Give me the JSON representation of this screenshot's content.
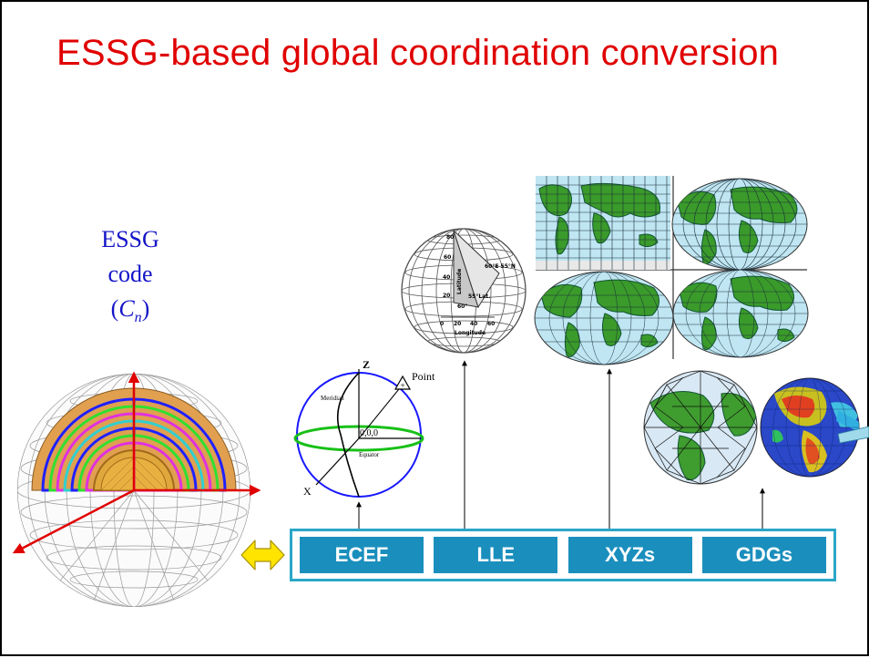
{
  "slide": {
    "title": "ESSG-based global coordination conversion"
  },
  "essg": {
    "line1": "ESSG",
    "line2": "code",
    "var": "C",
    "sub": "n",
    "open": "(",
    "close": ")"
  },
  "ecef_sketch": {
    "z_axis": "Z",
    "x_axis": "X",
    "point": "Point",
    "origin": "0,0,0",
    "meridian": "Meridian",
    "equator": "Equator"
  },
  "lle_globe": {
    "lat_ticks": [
      "80",
      "60",
      "40",
      "20"
    ],
    "lon_ticks": [
      "0",
      "20",
      "40",
      "60"
    ],
    "latitude": "Latitude",
    "longitude": "Longitude",
    "point_label": "60°E 55°N",
    "lat_label": "55°Lat.",
    "angle_label": "60°"
  },
  "conversion_bar": {
    "items": [
      "ECEF",
      "LLE",
      "XYZs",
      "GDGs"
    ]
  },
  "colors": {
    "title": "#e00000",
    "essg": "#1414c8",
    "bar_border": "#2aa7c9",
    "box_fill": "#1a8fbd",
    "axis": "#e00000",
    "arrow_fill": "#ffe400"
  }
}
